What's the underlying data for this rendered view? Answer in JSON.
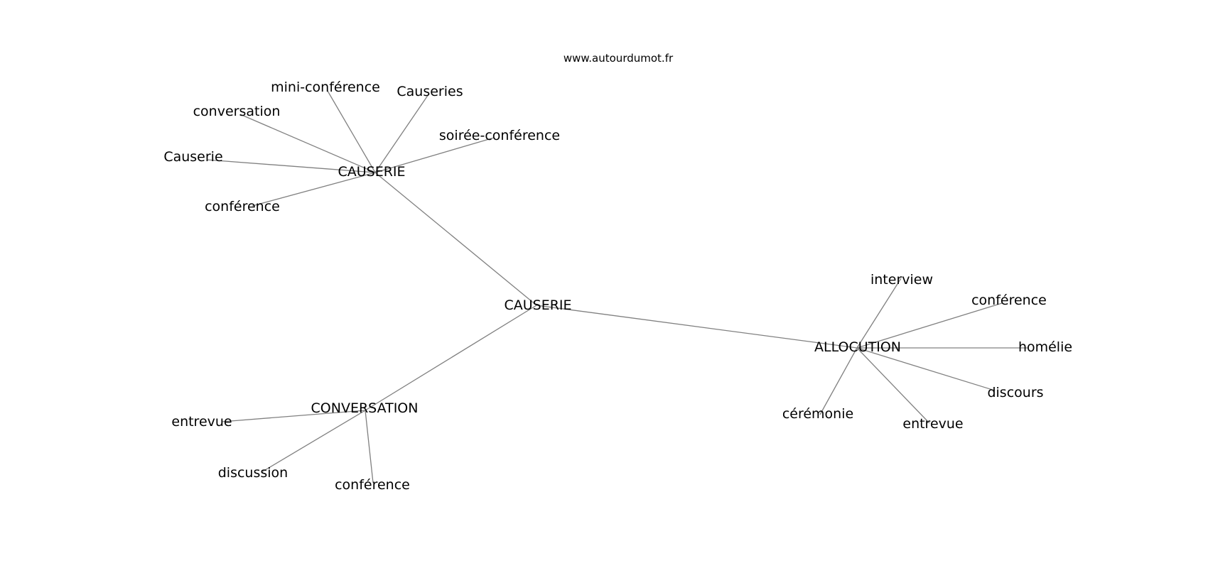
{
  "source": "www.autourdumot.fr",
  "colors": {
    "edge": "#808080",
    "text": "#000000",
    "background": "#ffffff"
  },
  "graph": {
    "nodes": [
      {
        "id": "root",
        "label": "CAUSERIE"
      },
      {
        "id": "causerie2",
        "label": "CAUSERIE"
      },
      {
        "id": "conversation_hub",
        "label": "CONVERSATION"
      },
      {
        "id": "allocution",
        "label": "ALLOCUTION"
      },
      {
        "id": "c_mini",
        "label": "mini-conférence"
      },
      {
        "id": "c_causeries",
        "label": "Causeries"
      },
      {
        "id": "c_conversation",
        "label": "conversation"
      },
      {
        "id": "c_soiree",
        "label": "soirée-conférence"
      },
      {
        "id": "c_causerie",
        "label": "Causerie"
      },
      {
        "id": "c_conference",
        "label": "conférence"
      },
      {
        "id": "v_entrevue",
        "label": "entrevue"
      },
      {
        "id": "v_discussion",
        "label": "discussion"
      },
      {
        "id": "v_conference",
        "label": "conférence"
      },
      {
        "id": "a_interview",
        "label": "interview"
      },
      {
        "id": "a_conference",
        "label": "conférence"
      },
      {
        "id": "a_homelie",
        "label": "homélie"
      },
      {
        "id": "a_discours",
        "label": "discours"
      },
      {
        "id": "a_ceremonie",
        "label": "cérémonie"
      },
      {
        "id": "a_entrevue",
        "label": "entrevue"
      }
    ],
    "edges": [
      [
        "root",
        "causerie2"
      ],
      [
        "root",
        "conversation_hub"
      ],
      [
        "root",
        "allocution"
      ],
      [
        "causerie2",
        "c_mini"
      ],
      [
        "causerie2",
        "c_causeries"
      ],
      [
        "causerie2",
        "c_conversation"
      ],
      [
        "causerie2",
        "c_soiree"
      ],
      [
        "causerie2",
        "c_causerie"
      ],
      [
        "causerie2",
        "c_conference"
      ],
      [
        "conversation_hub",
        "v_entrevue"
      ],
      [
        "conversation_hub",
        "v_discussion"
      ],
      [
        "conversation_hub",
        "v_conference"
      ],
      [
        "allocution",
        "a_interview"
      ],
      [
        "allocution",
        "a_conference"
      ],
      [
        "allocution",
        "a_homelie"
      ],
      [
        "allocution",
        "a_discours"
      ],
      [
        "allocution",
        "a_ceremonie"
      ],
      [
        "allocution",
        "a_entrevue"
      ]
    ]
  }
}
